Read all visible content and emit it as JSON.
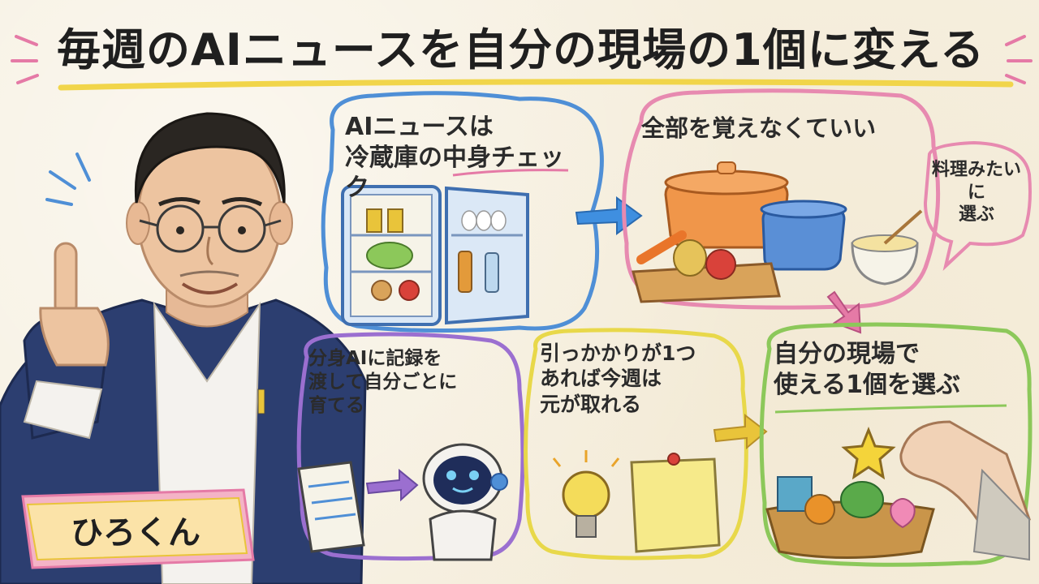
{
  "title": "毎週のAIニュースを自分の現場の1個に変える",
  "name_tag": "ひろくん",
  "panels": {
    "fridge": "AIニュースは\n冷蔵庫の中身チェック",
    "not_all": "全部を覚えなくていい",
    "cooking_bubble": "料理みたいに\n選ぶ",
    "clone_ai": "分身AIに記録を\n渡して自分ごとに\n育てる",
    "hook": "引っかかりが1つ\nあれば今週は\n元が取れる",
    "pick_one": "自分の現場で\n使える1個を選ぶ"
  },
  "icons": [
    "person-illustration",
    "fridge-icon",
    "pot-icon",
    "vegetables-icon",
    "whisk-bowl-icon",
    "notepad-icon",
    "robot-icon",
    "lightbulb-icon",
    "sticky-note-icon",
    "star-icon",
    "hand-icon",
    "basket-icon"
  ],
  "colors": {
    "fridge_border": "#4f8fd6",
    "notall_border": "#e78ab0",
    "clone_border": "#9b6fd0",
    "hook_border": "#e8d84a",
    "pick_border": "#8cc85a",
    "arrow_blue": "#3f8fe0",
    "arrow_pink": "#e57aa6",
    "arrow_yellow": "#e9c43a",
    "title_underline": "#f1d54a",
    "name_ribbon": "#f4b3c6"
  }
}
